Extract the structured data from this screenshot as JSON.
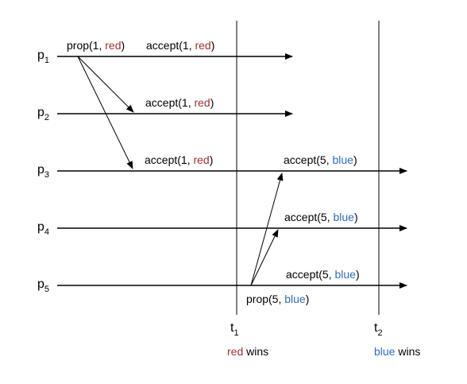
{
  "colors": {
    "red": "#a0322d",
    "blue": "#2f6db5",
    "line": "#000000"
  },
  "processes": [
    {
      "name": "p",
      "sub": "1"
    },
    {
      "name": "p",
      "sub": "2"
    },
    {
      "name": "p",
      "sub": "3"
    },
    {
      "name": "p",
      "sub": "4"
    },
    {
      "name": "p",
      "sub": "5"
    }
  ],
  "times": [
    {
      "name": "t",
      "sub": "1",
      "outcome_value": "red",
      "outcome_text": " wins"
    },
    {
      "name": "t",
      "sub": "2",
      "outcome_value": "blue",
      "outcome_text": " wins"
    }
  ],
  "messages": {
    "prop_red": {
      "pre": "prop(1, ",
      "value": "red",
      "post": ")"
    },
    "prop_blue": {
      "pre": "prop(5, ",
      "value": "blue",
      "post": ")"
    },
    "accept_red_p1": {
      "pre": "accept(1, ",
      "value": "red",
      "post": ")"
    },
    "accept_red_p2": {
      "pre": "accept(1, ",
      "value": "red",
      "post": ")"
    },
    "accept_red_p3": {
      "pre": "accept(1, ",
      "value": "red",
      "post": ")"
    },
    "accept_blue_p3": {
      "pre": "accept(5, ",
      "value": "blue",
      "post": ")"
    },
    "accept_blue_p4": {
      "pre": "accept(5, ",
      "value": "blue",
      "post": ")"
    },
    "accept_blue_p5": {
      "pre": "accept(5, ",
      "value": "blue",
      "post": ")"
    }
  }
}
